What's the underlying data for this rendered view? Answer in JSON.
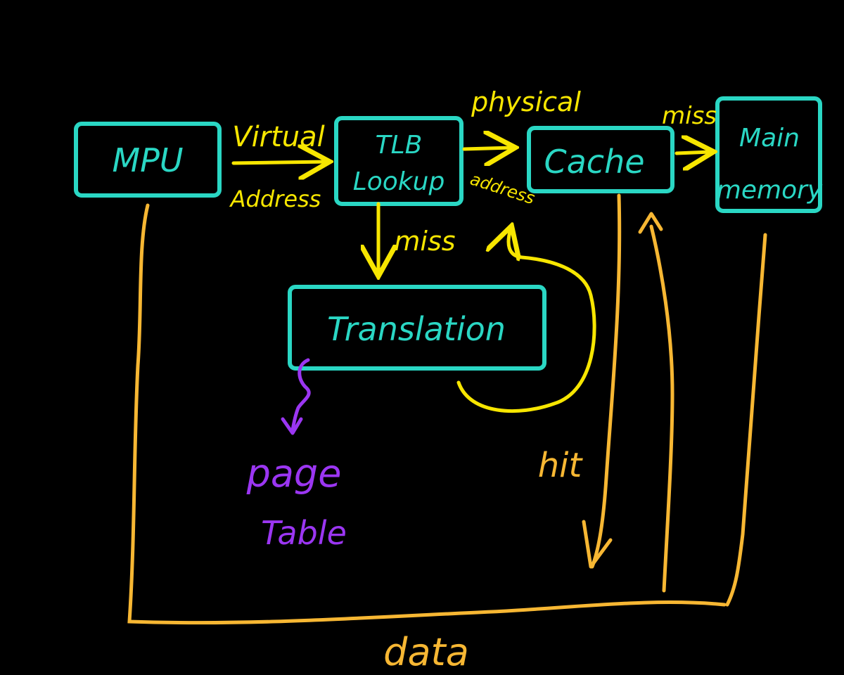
{
  "colors": {
    "background": "#000000",
    "box": "#2ad7c4",
    "box_text": "#2ad7c4",
    "yellow": "#f7e600",
    "orange": "#f7b733",
    "purple": "#9b36f2"
  },
  "nodes": {
    "mpu": {
      "label": "MPU"
    },
    "tlb": {
      "line1": "TLB",
      "line2": "Lookup"
    },
    "cache": {
      "label": "Cache"
    },
    "memory": {
      "line1": "Main",
      "line2": "memory"
    },
    "translation": {
      "label": "Translation"
    },
    "page_table": {
      "line1": "page",
      "line2": "Table"
    }
  },
  "edges": {
    "virtual_top": "Virtual",
    "virtual_bottom": "Address",
    "physical_top": "physical",
    "physical_bottom": "address",
    "tlb_miss": "miss",
    "cache_miss": "miss",
    "hit": "hit",
    "data": "data"
  }
}
